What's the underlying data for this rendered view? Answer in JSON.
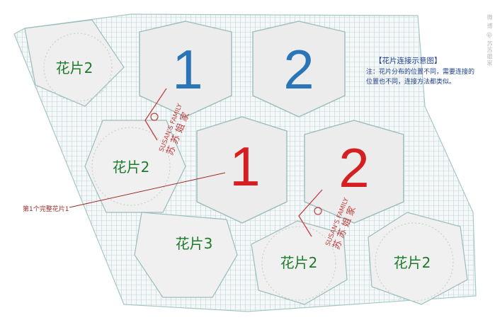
{
  "legend": {
    "title": "【花片连接示意图】",
    "note": "注：花片分布的位置不同，需要连接的位置也不同，连接方法都类似。"
  },
  "annotation": {
    "first_motif": "第1个完整花片1"
  },
  "watermark": {
    "brand_en": "SUSAN'S FAMILY",
    "brand_cn": "苏 苏 姐 家",
    "side_text": "微 博 @ 苏苏姐家 "
  },
  "colors": {
    "blue": "#2a74b8",
    "red": "#d42020",
    "green": "#1e7a2c",
    "thread": "#9fbfbf",
    "note": "#1f3f8f"
  },
  "motifs": [
    {
      "id": "m2a",
      "label": "花片2",
      "color": "green"
    },
    {
      "id": "m1top",
      "label": "1",
      "color": "blue"
    },
    {
      "id": "m2top",
      "label": "2",
      "color": "blue"
    },
    {
      "id": "m2b",
      "label": "花片2",
      "color": "green"
    },
    {
      "id": "m1mid",
      "label": "1",
      "color": "red"
    },
    {
      "id": "m2mid",
      "label": "2",
      "color": "red"
    },
    {
      "id": "m3",
      "label": "花片3",
      "color": "green"
    },
    {
      "id": "m2c",
      "label": "花片2",
      "color": "green"
    },
    {
      "id": "m2d",
      "label": "花片2",
      "color": "green"
    }
  ]
}
